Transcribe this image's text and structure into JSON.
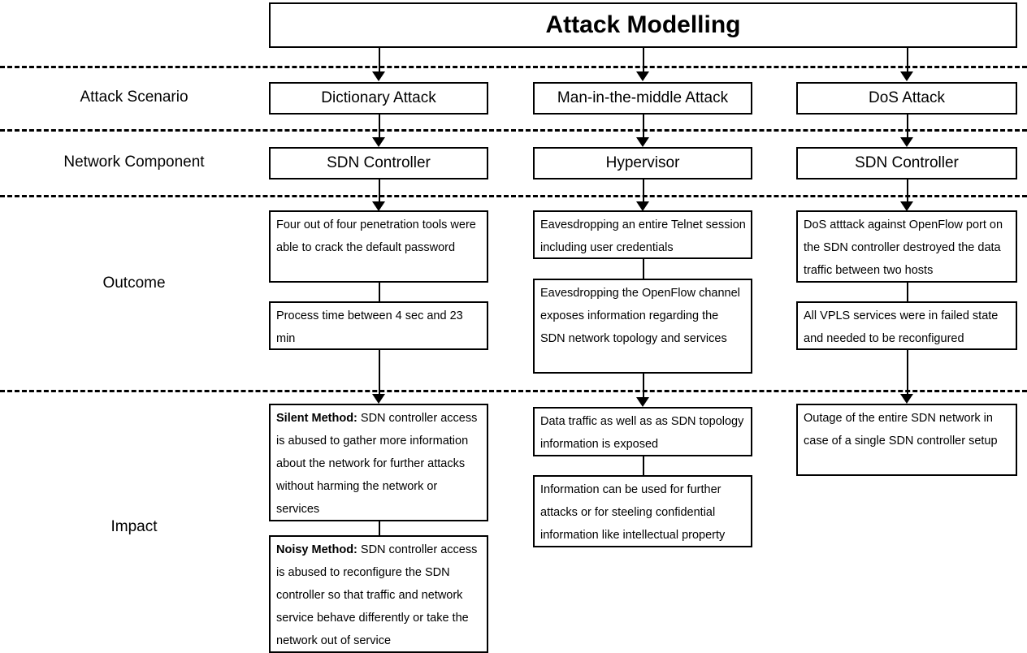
{
  "title": "Attack Modelling",
  "row_labels": [
    {
      "id": "attack-scenario",
      "label": "Attack Scenario"
    },
    {
      "id": "network-component",
      "label": "Network Component"
    },
    {
      "id": "outcome",
      "label": "Outcome"
    },
    {
      "id": "impact",
      "label": "Impact"
    }
  ],
  "columns": [
    {
      "id": "dictionary-attack",
      "scenario": "Dictionary Attack",
      "component": "SDN Controller",
      "outcomes": [
        "Four out of four penetration tools were able to crack the default password",
        "Process time between 4 sec and 23 min"
      ],
      "impacts": [
        {
          "lead": "Silent Method:",
          "text": " SDN controller access is abused to gather more information about the network for further attacks without harming the network or services"
        },
        {
          "lead": "Noisy Method:",
          "text": " SDN controller access is abused to reconfigure the SDN controller so that traffic and network service behave differently or take the network out of service"
        }
      ]
    },
    {
      "id": "man-in-the-middle-attack",
      "scenario": "Man-in-the-middle Attack",
      "component": "Hypervisor",
      "outcomes": [
        "Eavesdropping an entire Telnet session including user credentials",
        "Eavesdropping the OpenFlow channel exposes information regarding the SDN network topology and services"
      ],
      "impacts": [
        {
          "lead": "",
          "text": "Data traffic as well as as SDN topology information is exposed"
        },
        {
          "lead": "",
          "text": "Information can be used for further attacks or for steeling confidential information like intellectual property"
        }
      ]
    },
    {
      "id": "dos-attack",
      "scenario": "DoS Attack",
      "component": "SDN Controller",
      "outcomes": [
        "DoS atttack against OpenFlow port on the SDN controller destroyed the data traffic between two hosts",
        "All VPLS services were in failed state and needed to be reconfigured"
      ],
      "impacts": [
        {
          "lead": "",
          "text": "Outage of the entire SDN network in case of a single SDN controller setup"
        }
      ]
    }
  ],
  "colors": {
    "stroke": "#000000",
    "background": "#ffffff",
    "text": "#000000"
  }
}
